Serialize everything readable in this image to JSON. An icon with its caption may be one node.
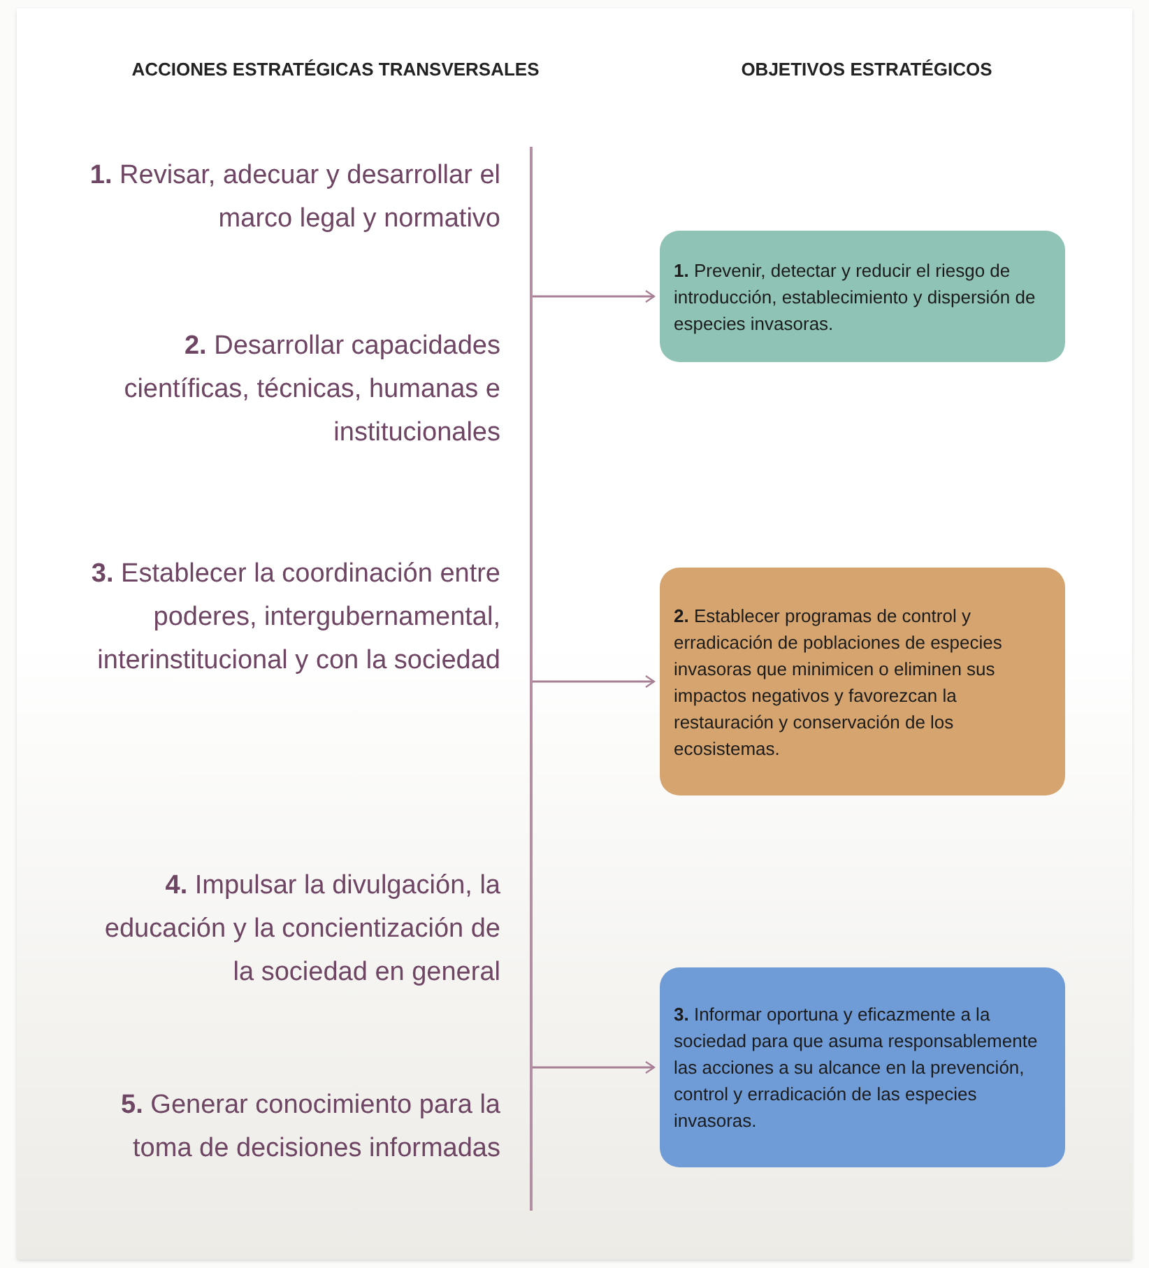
{
  "diagram": {
    "nodes": [
      {
        "text": [
          "**1.** Prevenir, detectar y reducir el riesgo de introducción, establecimiento y dispersión de especies invasoras."
        ]
      },
      {
        "text": [
          "**2.** Establecer programas de control y erradicación de poblaciones de especies invasoras que minimicen o eliminen sus impactos negativos y favorezcan la restauración y conservación de los ecosistemas."
        ]
      },
      {
        "text": [
          "**3.** Informar oportuna y eficazmente a la sociedad para que asuma responsablemente las acciones a su alcance en la prevención, control y erradicación de las especies invasoras."
        ]
      }
    ],
    "edges": [
      {
        "from": null,
        "to": 0,
        "arrow": "to"
      },
      {
        "from": null,
        "to": 1,
        "arrow": "to"
      },
      {
        "from": null,
        "to": 2,
        "arrow": "to"
      }
    ],
    "labels": [
      "ACCIONES ESTRATÉGICAS TRANSVERSALES",
      "OBJETIVOS ESTRATÉGICOS",
      "**1.** Revisar, adecuar y desarrollar el marco legal y normativo",
      "**2.** Desarrollar capacidades científicas, técnicas, humanas e institucionales",
      "**3.** Establecer la coordinación entre poderes, intergubernamental, interinstitucional y con la sociedad",
      "**4.** Impulsar la divulgación, la educación y la concientización de la sociedad en general",
      "**5.** Generar conocimiento para la toma de decisiones informadas"
    ]
  }
}
